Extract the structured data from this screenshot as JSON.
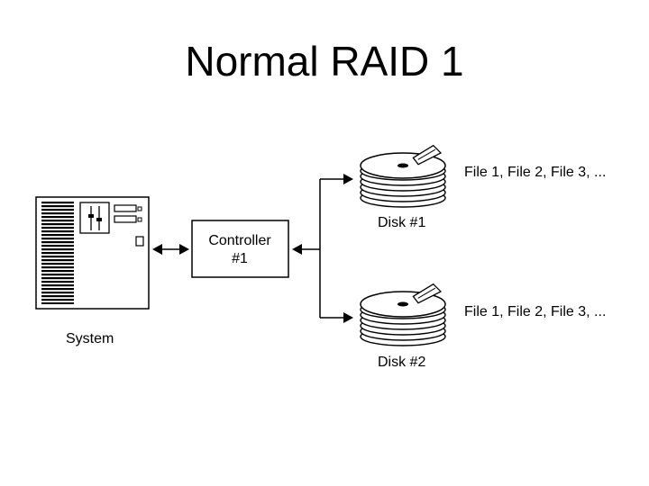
{
  "title": "Normal RAID 1",
  "system": {
    "label": "System"
  },
  "controller": {
    "line1": "Controller",
    "line2": "#1"
  },
  "disks": [
    {
      "label": "Disk #1",
      "contents": "File 1, File 2, File 3, ..."
    },
    {
      "label": "Disk #2",
      "contents": "File 1, File 2, File 3, ..."
    }
  ],
  "colors": {
    "line": "#000000",
    "background": "#ffffff"
  }
}
